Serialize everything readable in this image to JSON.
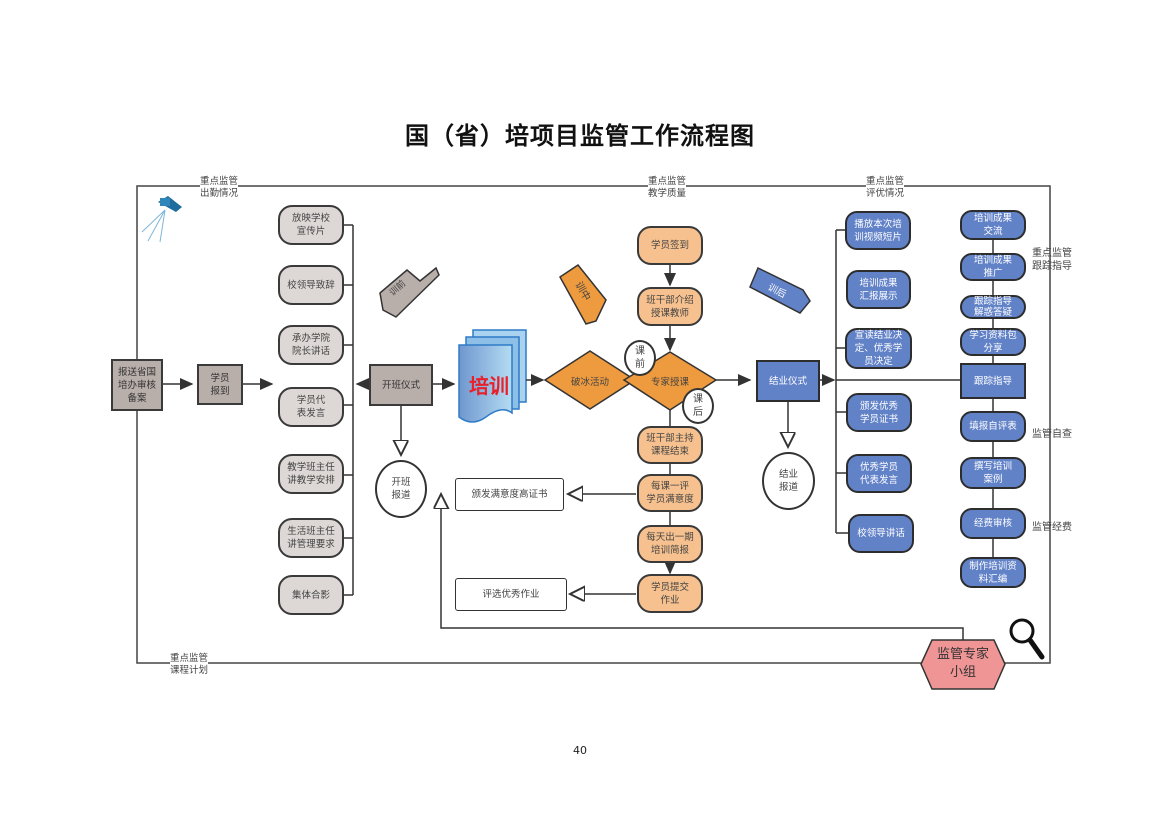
{
  "title": "国（省）培项目监管工作流程图",
  "page_number": "40",
  "supervision_labels": {
    "attendance": "重点监管\n出勤情况",
    "teaching_quality": "重点监管\n教学质量",
    "evaluation": "重点监管\n评优情况",
    "tracking": "重点监管\n跟踪指导",
    "self_check": "监管自查",
    "funds": "监管经费",
    "course_plan": "重点监管\n课程计划"
  },
  "start": {
    "submit": "报送省国\n培办审核\n备案",
    "register": "学员\n报到"
  },
  "pre_training": {
    "tag": "训前",
    "ceremony": "开班仪式",
    "report": "开班\n报道",
    "items": [
      "放映学校\n宣传片",
      "校领导致辞",
      "承办学院\n院长讲话",
      "学员代\n表发言",
      "教学班主任\n讲教学安排",
      "生活班主任\n讲管理要求",
      "集体合影"
    ]
  },
  "training": {
    "label": "培训",
    "tag": "训中",
    "icebreak": "破冰活动",
    "expert": "专家授课",
    "before": "课\n前",
    "after": "课\n后",
    "steps": [
      "学员签到",
      "班干部介绍\n授课教师",
      "班干部主持\n课程结束",
      "每课一评\n学员满意度",
      "每天出一期\n培训简报",
      "学员提交\n作业"
    ],
    "cert": "颁发满意度高证书",
    "homework": "评选优秀作业"
  },
  "post_training": {
    "tag": "训后",
    "ceremony": "结业仪式",
    "report": "结业\n报道",
    "items": [
      "播放本次培\n训视频短片",
      "培训成果\n汇报展示",
      "宣读结业决\n定、优秀学\n员决定",
      "颁发优秀\n学员证书",
      "优秀学员\n代表发言",
      "校领导讲话"
    ]
  },
  "followup": {
    "items_top": [
      "培训成果\n交流",
      "培训成果\n推广",
      "跟踪指导\n解惑答疑",
      "学习资料包\n分享"
    ],
    "center": "跟踪指导",
    "items_bottom": [
      "填报自评表",
      "撰写培训\n案例",
      "经费审核",
      "制作培训资\n料汇编"
    ]
  },
  "expert_group": "监管专家\n小组",
  "colors": {
    "grey": "#ddd8d6",
    "orange": "#f6c18e",
    "diamond": "#ee9a3e",
    "blue": "#6282c8",
    "pink": "#f09595",
    "red_text": "#e8202a"
  }
}
